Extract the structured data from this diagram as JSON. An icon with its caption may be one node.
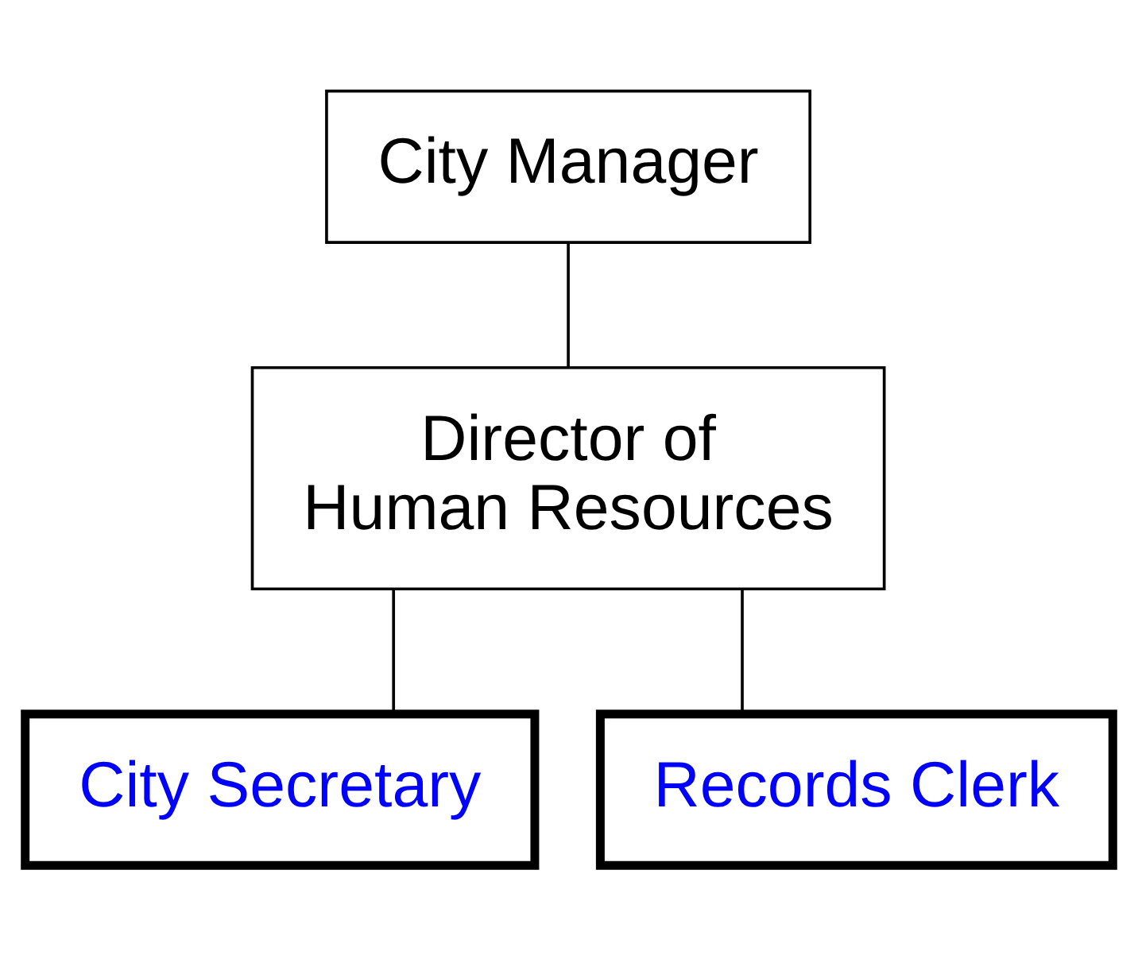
{
  "diagram": {
    "nodes": [
      {
        "text": [
          "City Manager"
        ]
      },
      {
        "text": [
          "Director of Human Resources"
        ]
      },
      {
        "text": [
          "City Secretary"
        ]
      },
      {
        "text": [
          "Records Clerk"
        ]
      }
    ],
    "edges": [
      {
        "from": 0,
        "to": 1,
        "arrow": "none"
      },
      {
        "from": 1,
        "to": 2,
        "arrow": "none"
      },
      {
        "from": 1,
        "to": 3,
        "arrow": "none"
      }
    ]
  }
}
